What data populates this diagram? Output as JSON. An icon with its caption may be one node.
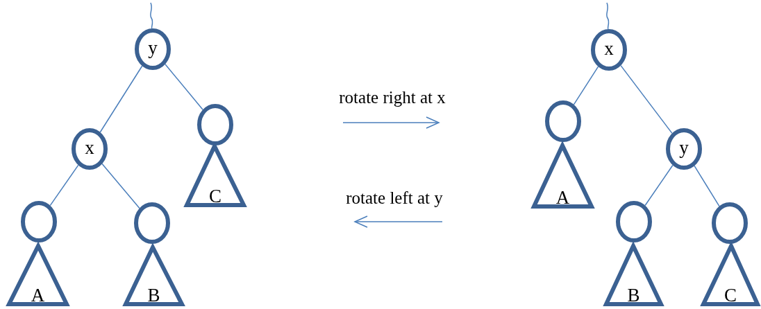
{
  "diagram": {
    "nodes": [
      {
        "text": [
          "y"
        ]
      },
      {
        "text": [
          "x"
        ]
      },
      {
        "text": [],
        "shape": "circle"
      },
      {
        "text": [
          "C"
        ]
      },
      {
        "text": [],
        "shape": "circle"
      },
      {
        "text": [
          "A"
        ]
      },
      {
        "text": [],
        "shape": "circle"
      },
      {
        "text": [
          "B"
        ]
      },
      {
        "text": [
          "x"
        ]
      },
      {
        "text": [],
        "shape": "circle"
      },
      {
        "text": [
          "A"
        ]
      },
      {
        "text": [
          "y"
        ]
      },
      {
        "text": [],
        "shape": "circle"
      },
      {
        "text": [
          "B"
        ]
      },
      {
        "text": [],
        "shape": "circle"
      },
      {
        "text": [
          "C"
        ]
      }
    ],
    "edges": [
      {
        "from": null,
        "to": 0,
        "arrow": "none"
      },
      {
        "from": 0,
        "to": 1,
        "arrow": "none"
      },
      {
        "from": 0,
        "to": 2,
        "arrow": "none"
      },
      {
        "from": 1,
        "to": 4,
        "arrow": "none"
      },
      {
        "from": 1,
        "to": 6,
        "arrow": "none"
      },
      {
        "from": null,
        "to": 8,
        "arrow": "none"
      },
      {
        "from": 8,
        "to": 9,
        "arrow": "none"
      },
      {
        "from": 8,
        "to": 11,
        "arrow": "none"
      },
      {
        "from": 11,
        "to": 12,
        "arrow": "none"
      },
      {
        "from": 11,
        "to": 14,
        "arrow": "none"
      }
    ],
    "labels": [
      "rotate right at x",
      "rotate left at y"
    ]
  }
}
